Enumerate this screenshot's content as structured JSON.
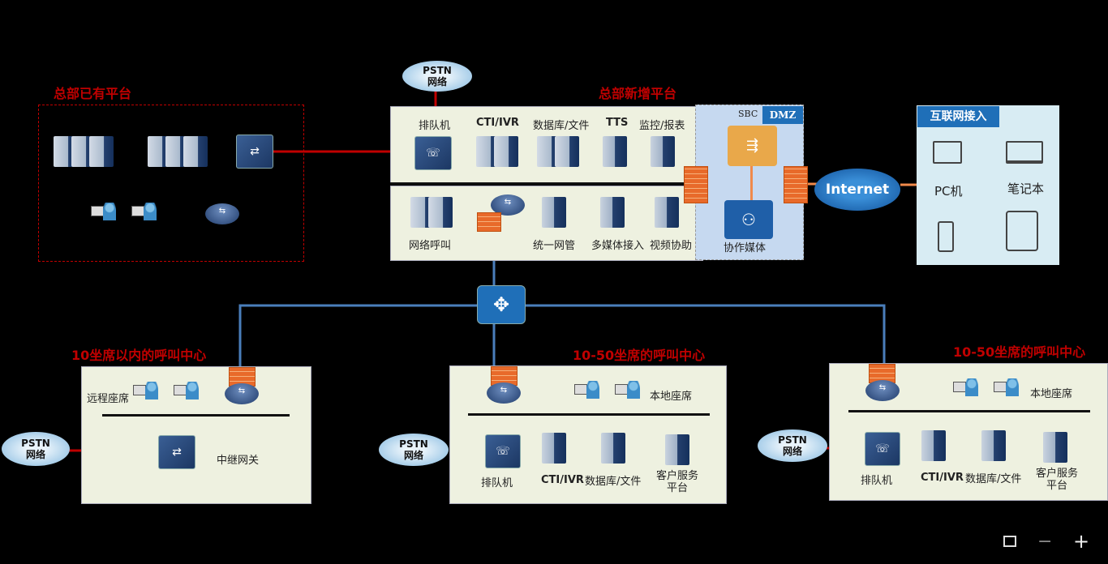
{
  "hq_existing": {
    "title": "总部已有平台"
  },
  "hq_new": {
    "title": "总部新增平台",
    "top_labels": [
      "排队机",
      "CTI/IVR",
      "数据库/文件",
      "TTS",
      "监控/报表"
    ],
    "bottom_labels": [
      "网络呼叫",
      "统一网管",
      "多媒体接入",
      "视频协助"
    ]
  },
  "dmz": {
    "badge": "DMZ",
    "sbc": "SBC",
    "media": "协作媒体"
  },
  "pstn": {
    "line1": "PSTN",
    "line2": "网络"
  },
  "internet": {
    "label": "Internet"
  },
  "internet_access": {
    "title": "互联网接入",
    "devices": [
      "PC机",
      "笔记本"
    ]
  },
  "branch_small": {
    "title": "10坐席以内的呼叫中心",
    "remote": "远程座席",
    "trunk": "中继网关"
  },
  "branch_mid": {
    "title": "10-50坐席的呼叫中心",
    "local": "本地座席",
    "labels": [
      "排队机",
      "CTI/IVR",
      "数据库/文件",
      "客户服务\n平台"
    ]
  },
  "branch_right": {
    "title": "10-50坐席的呼叫中心",
    "local": "本地座席",
    "labels": [
      "排队机",
      "CTI/IVR",
      "数据库/文件",
      "客户服务\n平台"
    ]
  },
  "viewer": {
    "fit_icon": "fit-screen",
    "zoom_out": "−",
    "zoom_in": "+"
  },
  "colors": {
    "pstn_link": "#c00000",
    "wan_link": "#4a7ebb",
    "title": "#c00000",
    "dmz": "#c6d9f0"
  }
}
